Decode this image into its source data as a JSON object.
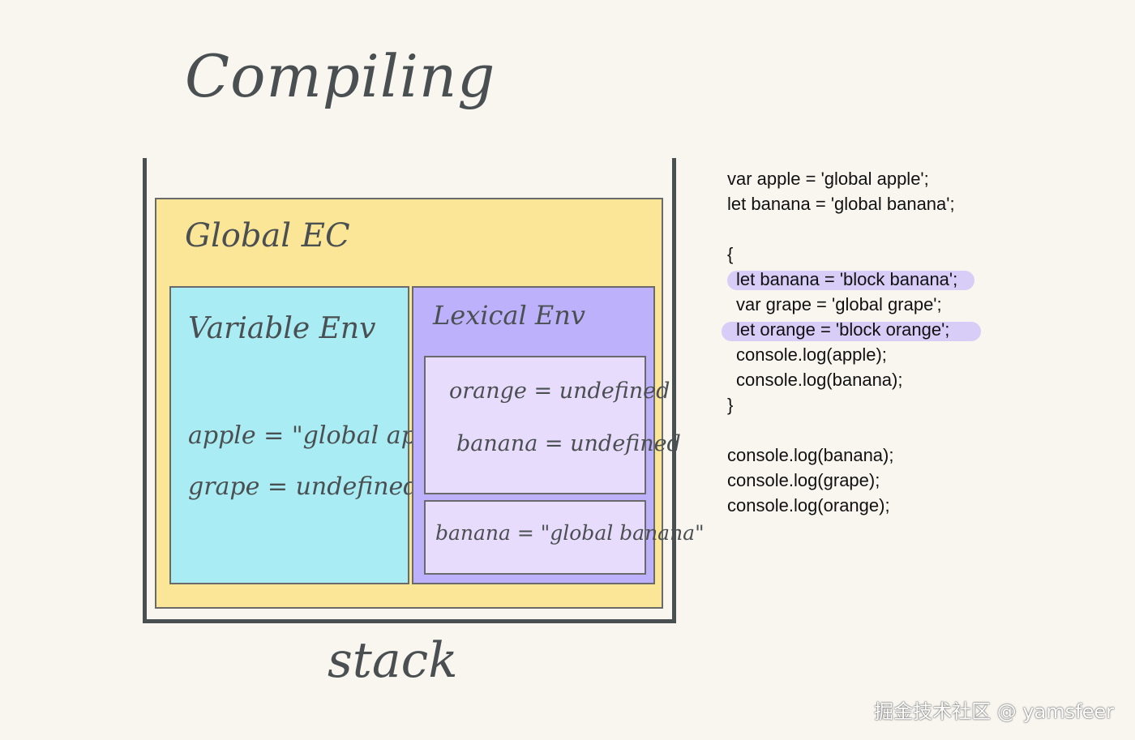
{
  "title": "Compiling",
  "stack_label": "stack",
  "global_ec": {
    "label": "Global  EC",
    "variable_env": {
      "label": "Variable  Env",
      "entries": [
        "apple = \"global apple\"",
        "grape  = undefined"
      ]
    },
    "lexical_env": {
      "label": "Lexical  Env",
      "block_entries": [
        "orange = undefined",
        "banana = undefined"
      ],
      "global_entries": [
        "banana = \"global banana\""
      ]
    }
  },
  "code": {
    "lines": [
      "var apple = 'global apple';",
      "let banana = 'global banana';",
      "",
      "{",
      "let banana = 'block banana';",
      "var grape = 'global grape';",
      "let orange = 'block orange';",
      "console.log(apple);",
      "console.log(banana);",
      "}",
      "",
      "console.log(banana);",
      "console.log(grape);",
      "console.log(orange);"
    ]
  },
  "colors": {
    "global_ec": "#fbe596",
    "variable_env": "#a9ecf3",
    "lexical_env": "#bdb1fb",
    "lexical_block": "#e8dcfd",
    "highlight": "#d8cdf7"
  },
  "watermark": "掘金技术社区 @ yamsfeer"
}
